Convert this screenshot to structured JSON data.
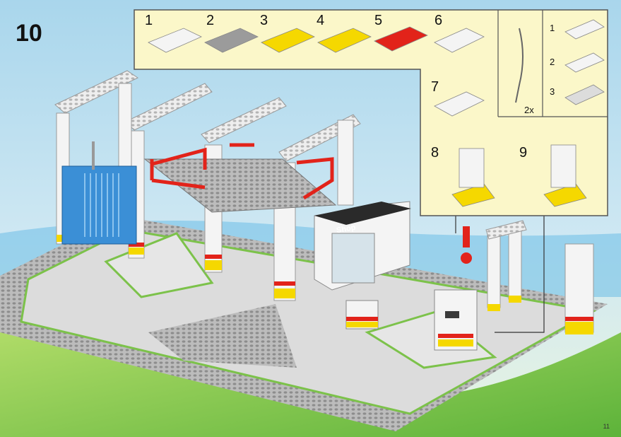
{
  "step_number": "10",
  "page_number": "11",
  "top_row_substeps": [
    "1",
    "2",
    "3",
    "4",
    "5",
    "6"
  ],
  "left_column_substeps": [
    "7",
    "8"
  ],
  "right_panel_substeps": [
    "9"
  ],
  "hose_quantity": "2x",
  "side_panel_substeps": [
    "1",
    "2",
    "3"
  ],
  "shop_sign": "Shop",
  "colors": {
    "sky": "#bfe0ef",
    "callout_bg": "#fbf7c9",
    "brick_white": "#f4f4f4",
    "brick_red": "#e2231a",
    "brick_yellow": "#f5d800",
    "brick_blue": "#3b8fd6",
    "baseplate_grey": "#c8c8c8",
    "grass_green": "#7cc24a"
  }
}
